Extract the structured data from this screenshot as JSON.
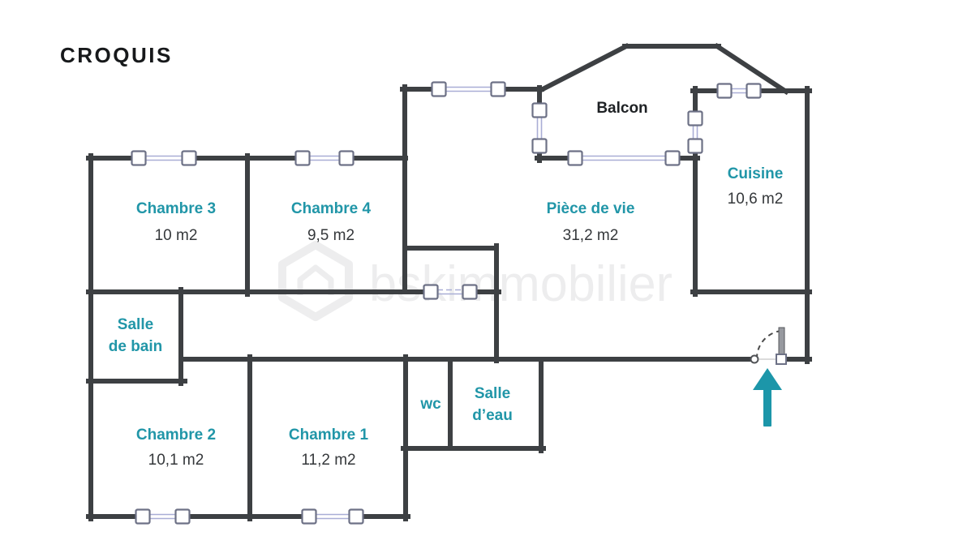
{
  "title": "CROQUIS",
  "balcony": {
    "label": "Balcon"
  },
  "rooms": [
    {
      "id": "chambre-3",
      "lines": [
        "Chambre 3"
      ],
      "area": "10 m2"
    },
    {
      "id": "chambre-4",
      "lines": [
        "Chambre 4"
      ],
      "area": "9,5 m2"
    },
    {
      "id": "piece-de-vie",
      "lines": [
        "Pièce de vie"
      ],
      "area": "31,2 m2"
    },
    {
      "id": "cuisine",
      "lines": [
        "Cuisine"
      ],
      "area": "10,6 m2"
    },
    {
      "id": "salle-de-bain",
      "lines": [
        "Salle",
        "de bain"
      ]
    },
    {
      "id": "wc",
      "lines": [
        "wc"
      ]
    },
    {
      "id": "salle-d-eau",
      "lines": [
        "Salle",
        "d’eau"
      ]
    },
    {
      "id": "chambre-2",
      "lines": [
        "Chambre 2"
      ],
      "area": "10,1 m2"
    },
    {
      "id": "chambre-1",
      "lines": [
        "Chambre 1"
      ],
      "area": "11,2 m2"
    }
  ],
  "watermark": {
    "text": "bskimmobilier",
    "logo": "house-hexagon-logo"
  },
  "colors": {
    "room_label_teal": "#2196a8",
    "wall_gray": "#3d4043",
    "window_glass": "#a9aed6",
    "entrance_arrow_teal": "#1c96a9",
    "area_text": "#35383b"
  }
}
